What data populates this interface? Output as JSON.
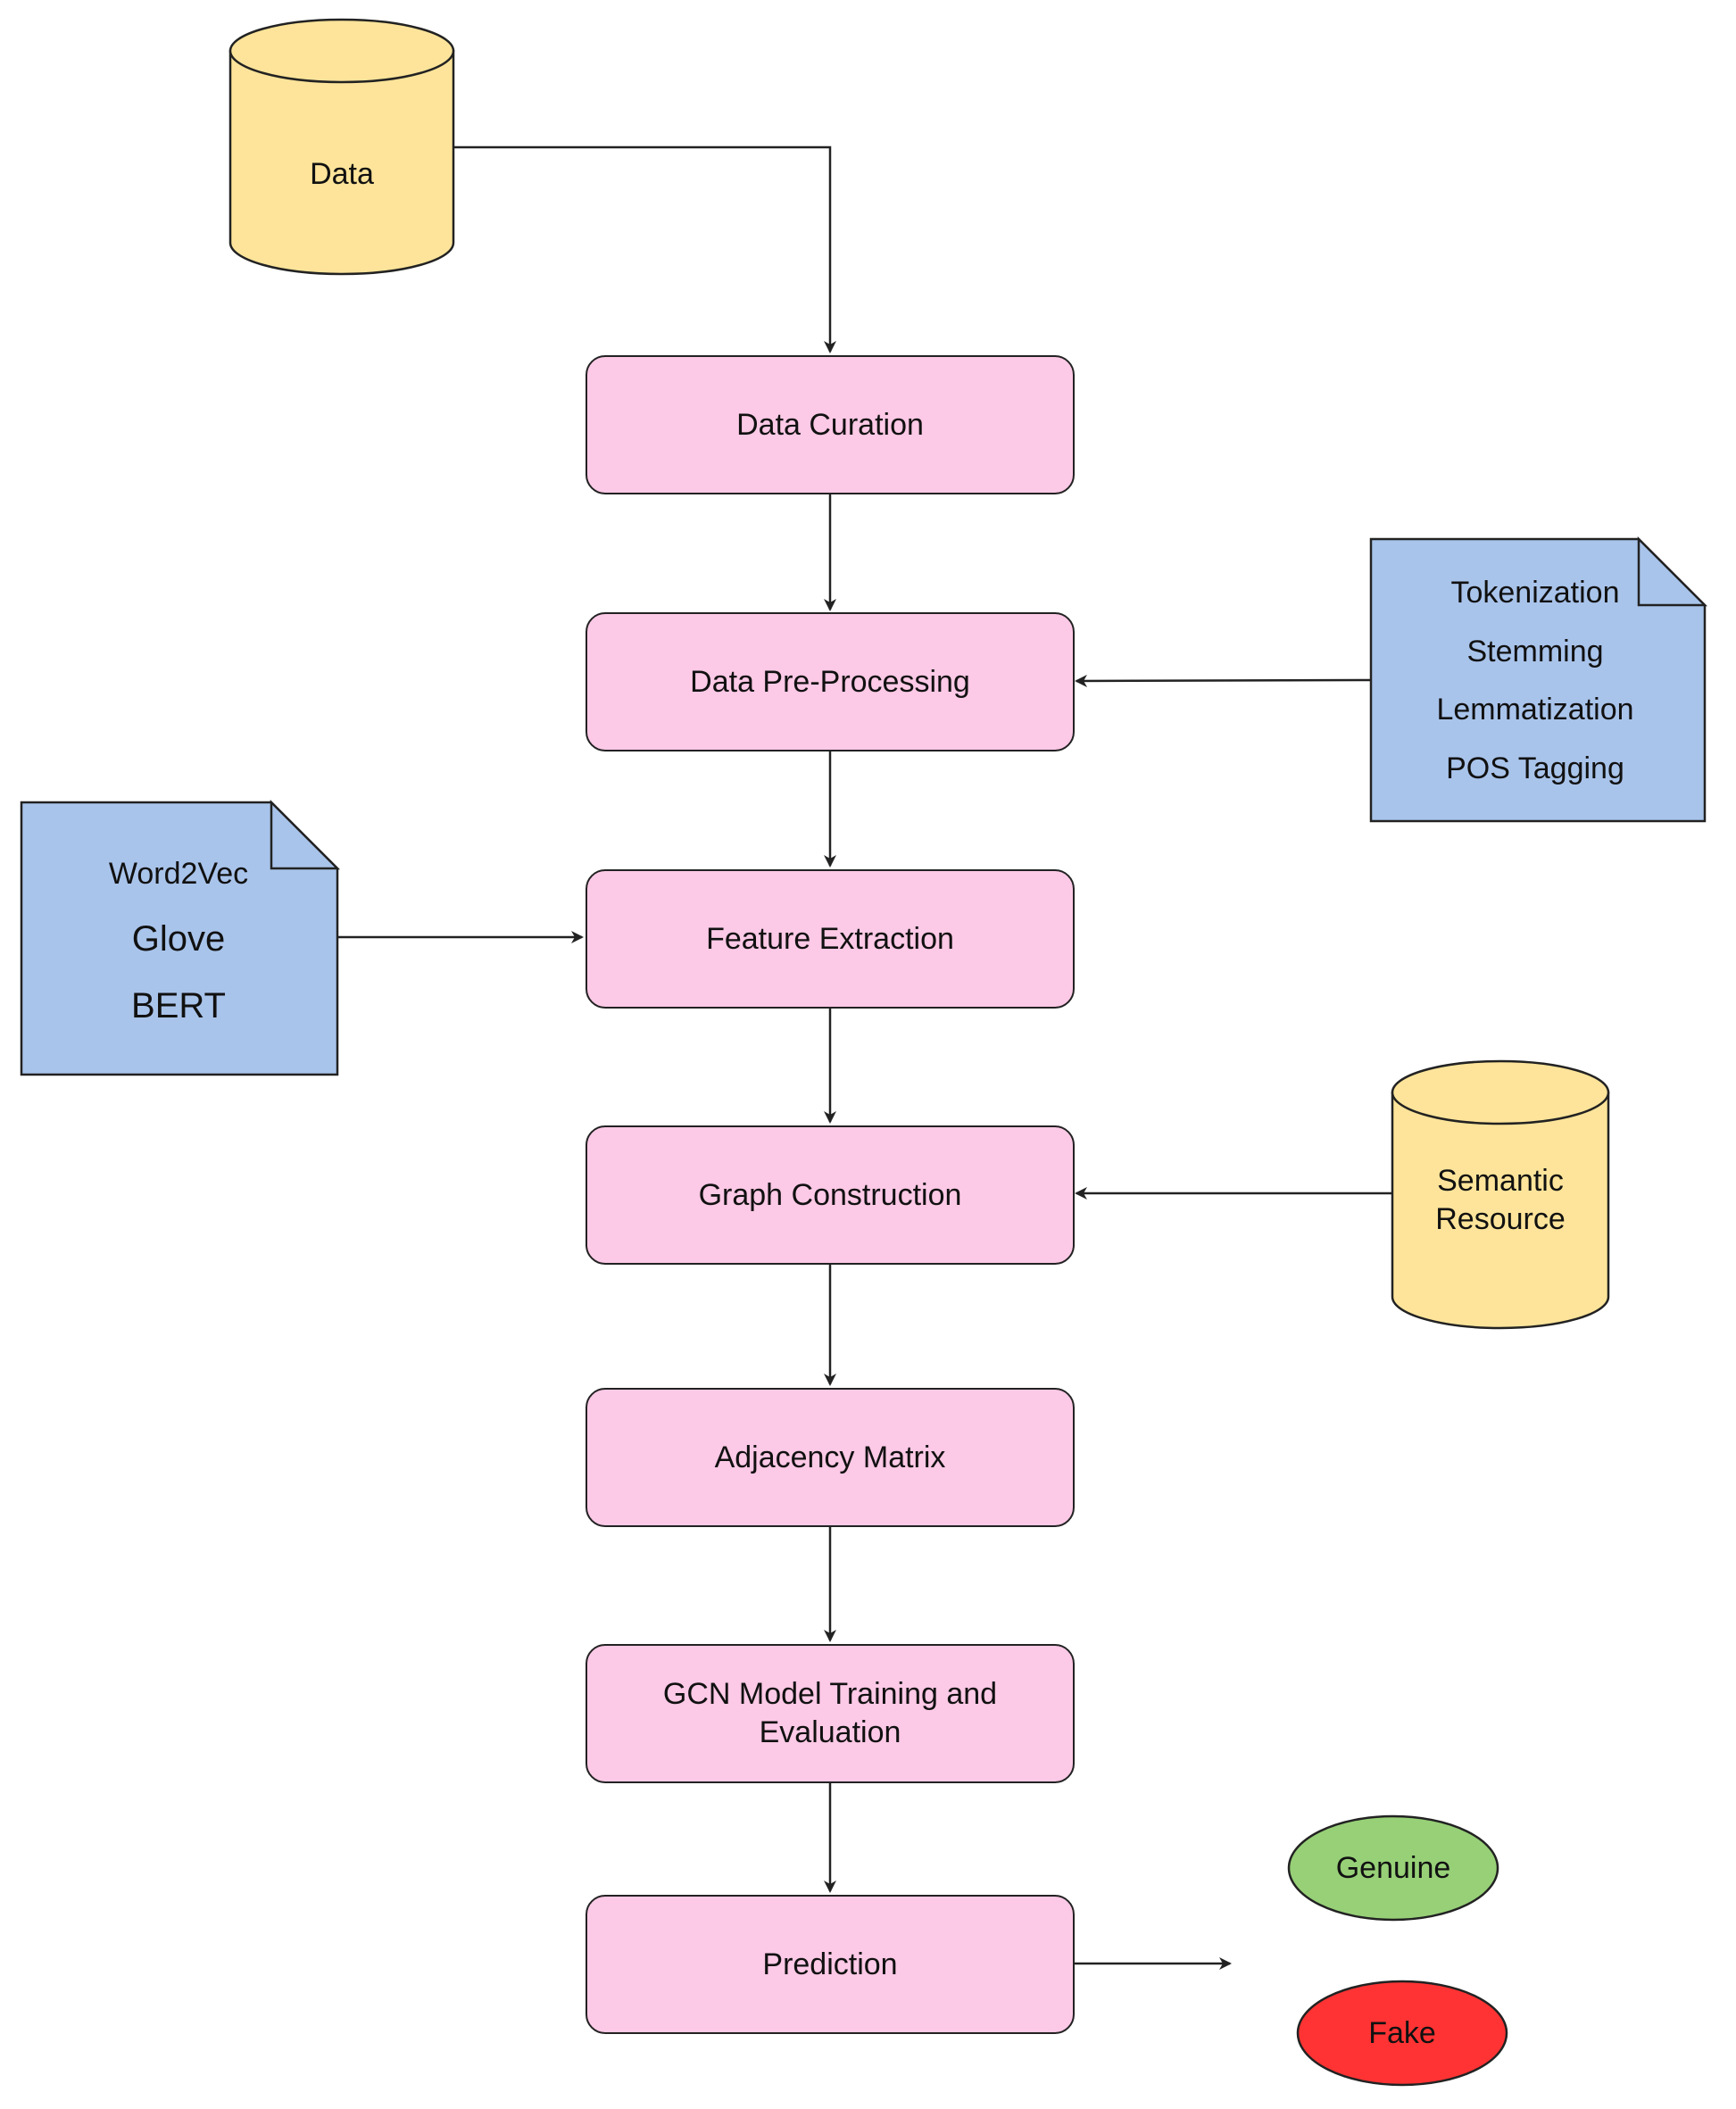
{
  "sources": {
    "data": {
      "label": "Data",
      "fill": "#fde49a"
    },
    "semantic_resource": {
      "label": "Semantic Resource",
      "fill": "#fde49a"
    }
  },
  "documents": {
    "preprocessing_techniques": {
      "fill": "#a9c4eb",
      "items": [
        "Tokenization",
        "Stemming",
        "Lemmatization",
        "POS Tagging"
      ]
    },
    "embeddings": {
      "fill": "#a9c4eb",
      "items": [
        "Word2Vec",
        "Glove",
        "BERT"
      ]
    }
  },
  "pipeline": {
    "fill": "#fcc9e6",
    "steps": [
      {
        "label": "Data Curation"
      },
      {
        "label": "Data Pre-Processing"
      },
      {
        "label": "Feature Extraction"
      },
      {
        "label": "Graph Construction"
      },
      {
        "label": "Adjacency Matrix"
      },
      {
        "label": "GCN Model Training and Evaluation"
      },
      {
        "label": "Prediction"
      }
    ]
  },
  "outcomes": {
    "genuine": {
      "label": "Genuine",
      "fill": "#97d077"
    },
    "fake": {
      "label": "Fake",
      "fill": "#ff3333"
    }
  }
}
